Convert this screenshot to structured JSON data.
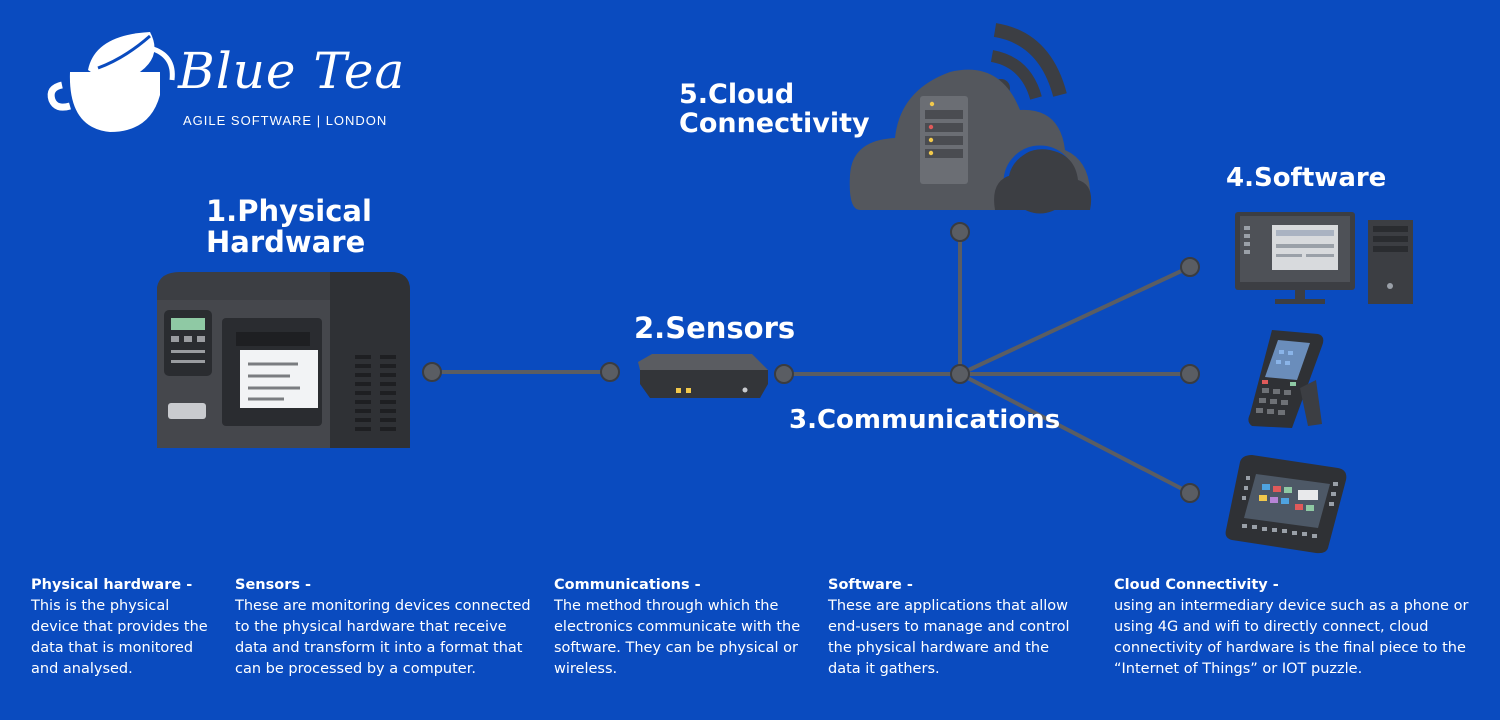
{
  "logo": {
    "name": "Blue Tea",
    "tagline": "AGILE SOFTWARE | LONDON"
  },
  "nodes": {
    "hardware": {
      "title": "1.Physical Hardware",
      "line1": "1.Physical",
      "line2": "Hardware"
    },
    "sensors": {
      "title": "2.Sensors"
    },
    "communications": {
      "title": "3.Communications"
    },
    "software": {
      "title": "4.Software"
    },
    "cloud": {
      "title": "5.Cloud Connectivity",
      "line1": "5.Cloud",
      "line2": "Connectivity"
    }
  },
  "descriptions": [
    {
      "heading": "Physical hardware -",
      "body": "This is the physical device that provides the data that is monitored and analysed."
    },
    {
      "heading": "Sensors -",
      "body": "These are monitoring devices connected to the physical hardware that receive data and transform it into a format that can be processed by a computer."
    },
    {
      "heading": "Communications -",
      "body": "The method through which the electronics communicate with the software. They can be physical or wireless."
    },
    {
      "heading": "Software -",
      "body": "These are  applications that allow end-users to manage and control the physical hardware and the data it gathers."
    },
    {
      "heading": "Cloud Connectivity -",
      "body": "using an intermediary device such as a phone or using 4G and wifi to directly connect, cloud connectivity of hardware is the final piece to the “Internet of Things” or IOT puzzle."
    }
  ],
  "icons": [
    "teacup-logo-icon",
    "printer-icon",
    "sensor-box-icon",
    "cloud-server-icon",
    "desktop-computer-icon",
    "handheld-scanner-icon",
    "rugged-tablet-icon"
  ],
  "colors": {
    "background": "#0a4bbf",
    "connector": "#5a5d63",
    "device_dark": "#3c3e43",
    "text": "#ffffff"
  }
}
